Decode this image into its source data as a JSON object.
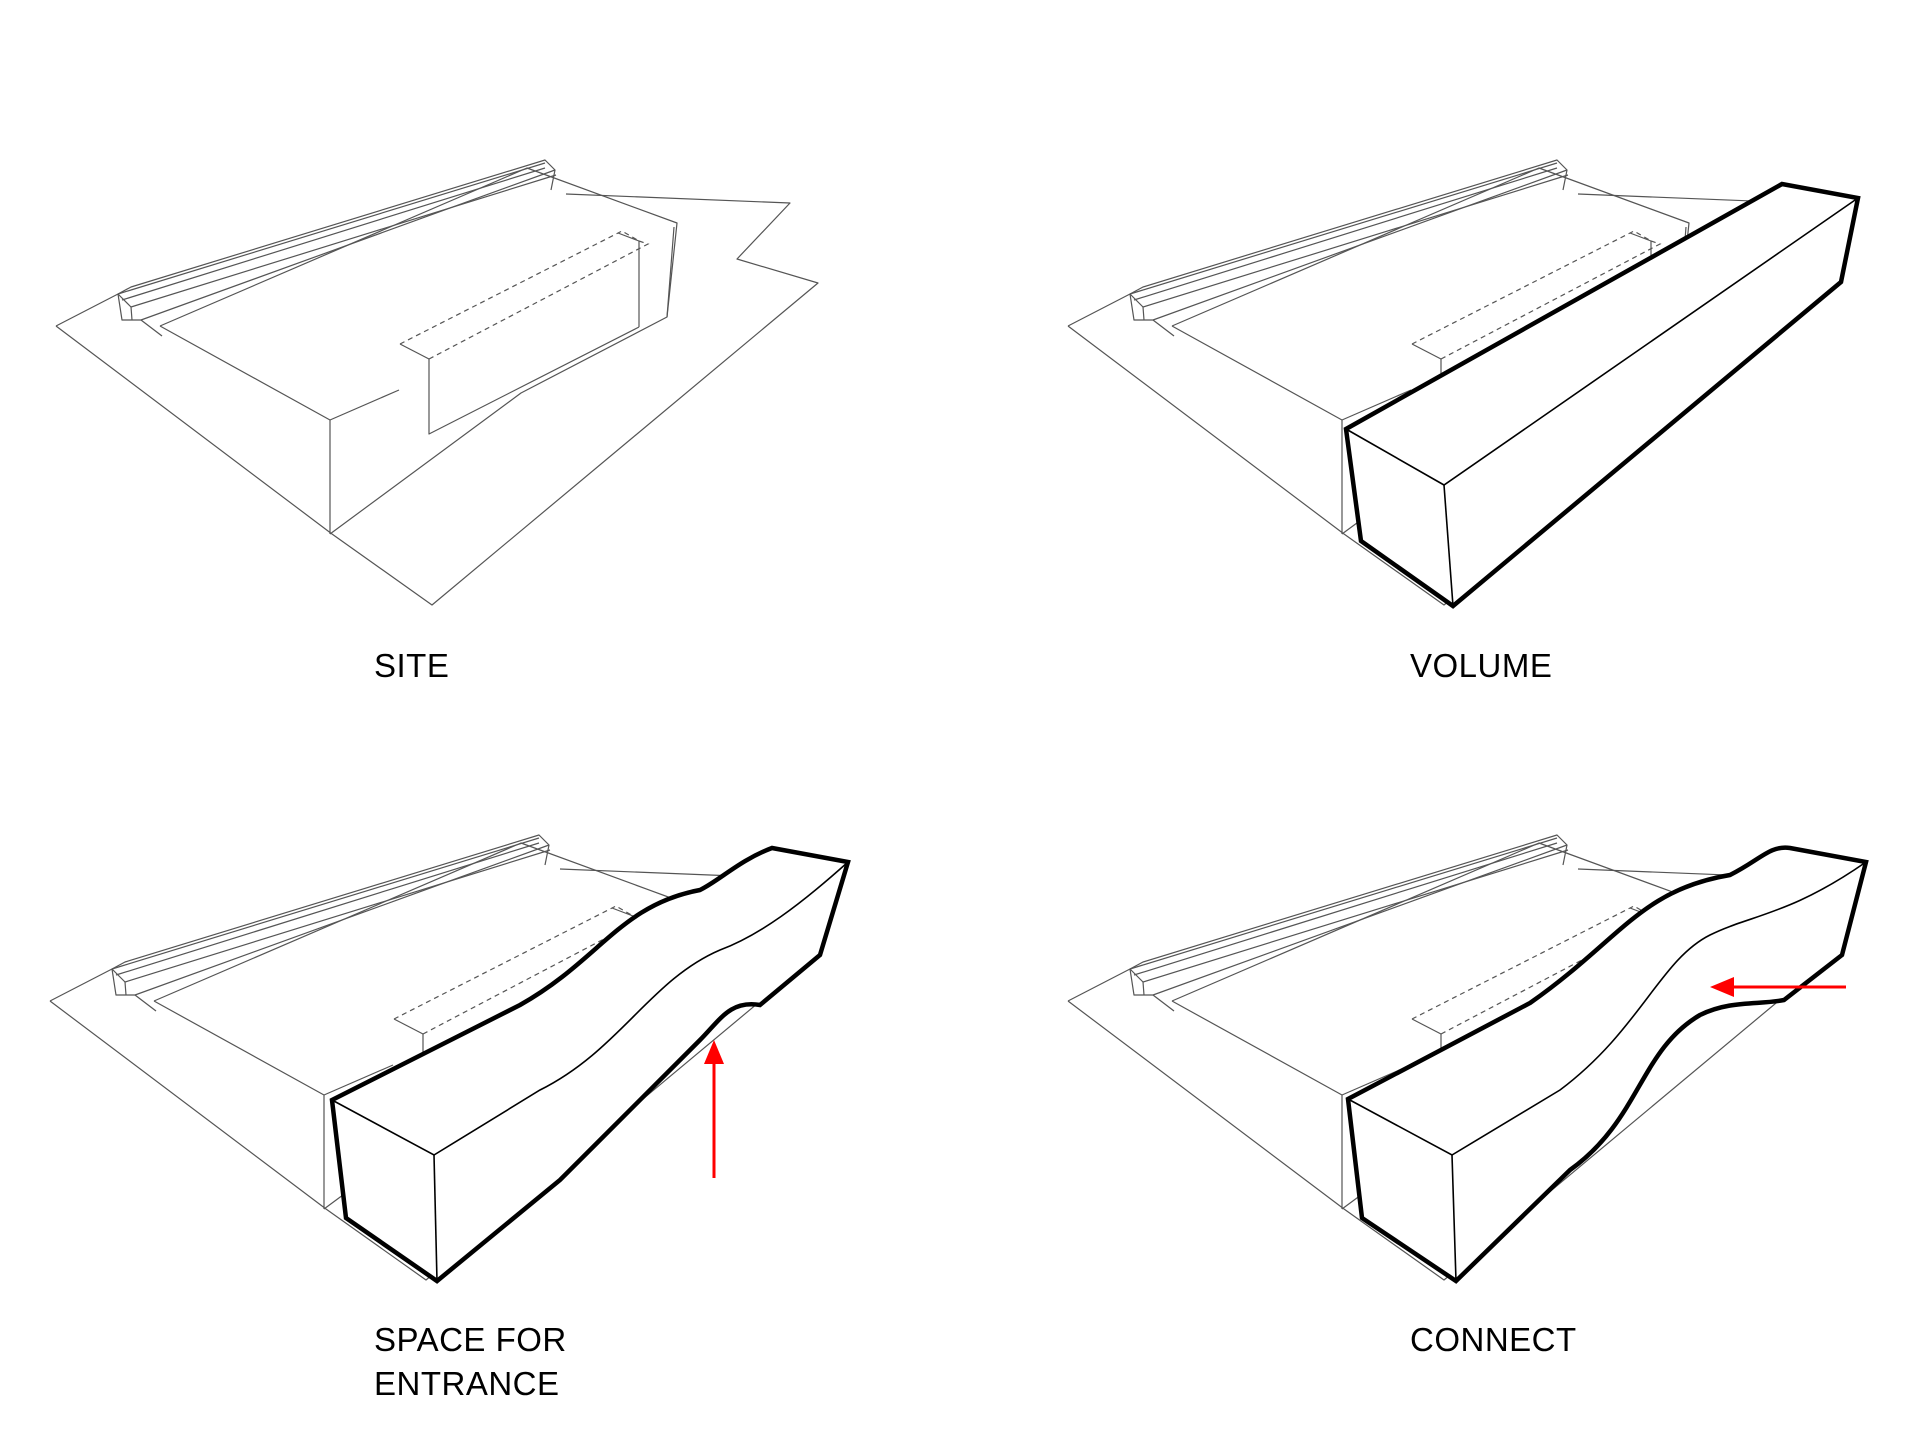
{
  "panels": [
    {
      "id": "site",
      "label_lines": [
        "SITE"
      ]
    },
    {
      "id": "volume",
      "label_lines": [
        "VOLUME"
      ]
    },
    {
      "id": "space_for_entrance",
      "label_lines": [
        "SPACE FOR",
        "ENTRANCE"
      ]
    },
    {
      "id": "connect",
      "label_lines": [
        "CONNECT"
      ]
    }
  ],
  "colors": {
    "line": "#555555",
    "bold": "#000000",
    "arrow": "#ff0000",
    "background": "#ffffff"
  }
}
